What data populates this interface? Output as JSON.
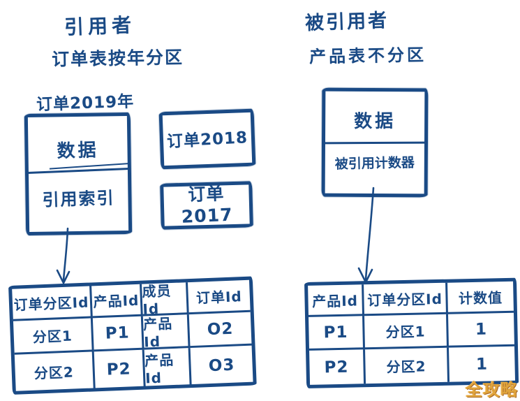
{
  "colors": {
    "ink": "#1a4a85",
    "watermark_gold": "#e0a43c"
  },
  "headings": {
    "referencer_title": "引用者",
    "referencer_subtitle": "订单表按年分区",
    "referenced_title": "被引用者",
    "referenced_subtitle": "产品表不分区"
  },
  "order_2019_box": {
    "title": "订单2019年",
    "top_cell": "数据",
    "bottom_cell": "引用索引"
  },
  "order_2018_box": {
    "label": "订单2018"
  },
  "order_2017_box": {
    "label": "订单2017"
  },
  "product_box": {
    "top_cell": "数据",
    "bottom_cell": "被引用计数器"
  },
  "order_table": {
    "headers": [
      "订单分区Id",
      "产品Id",
      "成员Id",
      "订单Id"
    ],
    "rows": [
      [
        "分区1",
        "P1",
        "产品Id",
        "O2"
      ],
      [
        "分区2",
        "P2",
        "产品Id",
        "O3"
      ]
    ]
  },
  "count_table": {
    "headers": [
      "产品Id",
      "订单分区Id",
      "计数值"
    ],
    "rows": [
      [
        "P1",
        "分区1",
        "1"
      ],
      [
        "P2",
        "分区2",
        "1"
      ]
    ]
  },
  "watermark": "全攻略"
}
